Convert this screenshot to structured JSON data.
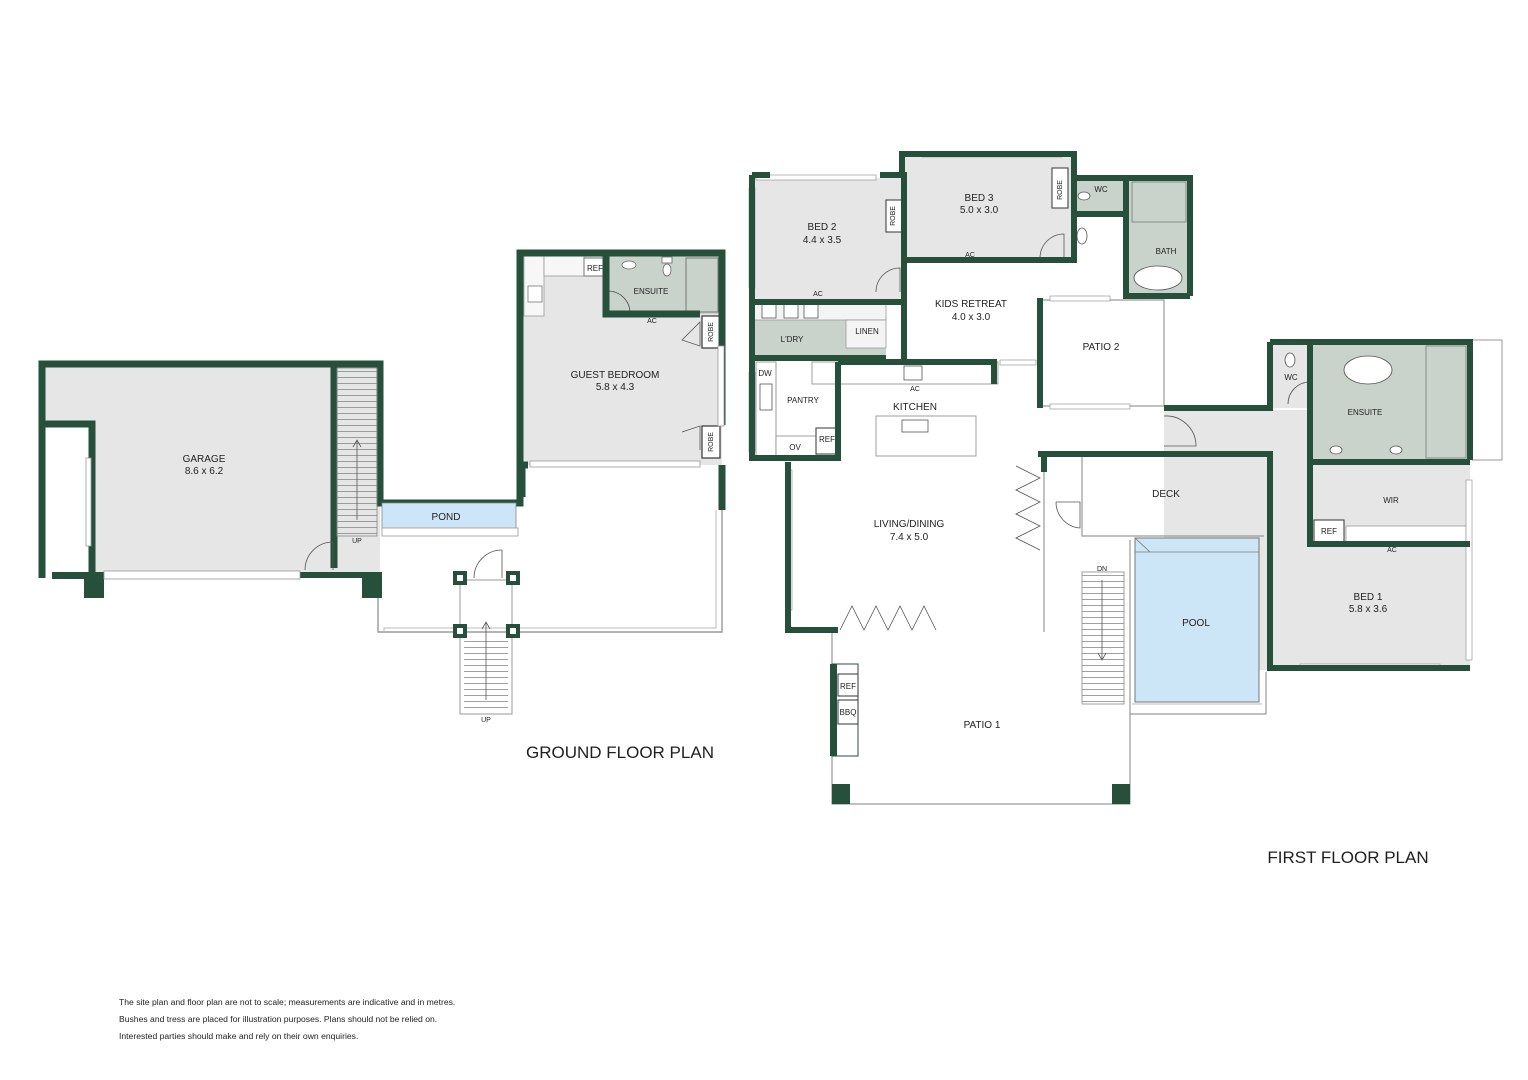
{
  "colors": {
    "wall": "#264f3c",
    "room_fill": "#e6e6e6",
    "wet_fill": "#c9d3cc",
    "water_fill": "#cde6f7",
    "line": "#9a9a9a"
  },
  "titles": {
    "ground": "GROUND FLOOR PLAN",
    "first": "FIRST FLOOR PLAN"
  },
  "ground_floor": {
    "garage": {
      "name": "GARAGE",
      "dims": "8.6 x 6.2"
    },
    "guest_bedroom": {
      "name": "GUEST BEDROOM",
      "dims": "5.8 x 4.3"
    },
    "ensuite": "ENSUITE",
    "ref": "REF",
    "ac": "AC",
    "robe": "ROBE",
    "pond": "POND",
    "up": "UP"
  },
  "first_floor": {
    "bed2": {
      "name": "BED 2",
      "dims": "4.4 x 3.5"
    },
    "bed3": {
      "name": "BED 3",
      "dims": "5.0 x 3.0"
    },
    "kids_retreat": {
      "name": "KIDS RETREAT",
      "dims": "4.0 x 3.0"
    },
    "living_dining": {
      "name": "LIVING/DINING",
      "dims": "7.4 x 5.0"
    },
    "bed1": {
      "name": "BED 1",
      "dims": "5.8 x 3.6"
    },
    "wc": "WC",
    "bath": "BATH",
    "patio2": "PATIO 2",
    "patio1": "PATIO 1",
    "ldry": "L'DRY",
    "linen": "LINEN",
    "kitchen": "KITCHEN",
    "pantry": "PANTRY",
    "dw": "DW",
    "ov": "OV",
    "ref": "REF",
    "bbq": "BBQ",
    "deck": "DECK",
    "pool": "POOL",
    "ensuite": "ENSUITE",
    "wir": "WIR",
    "ac": "AC",
    "robe": "ROBE",
    "dn": "DN"
  },
  "disclaimer": [
    "The site plan and floor plan are not to scale; measurements are indicative and in metres.",
    "Bushes and tress are placed for illustration purposes. Plans should not be relied on.",
    "Interested parties should make and rely on their own enquiries."
  ]
}
